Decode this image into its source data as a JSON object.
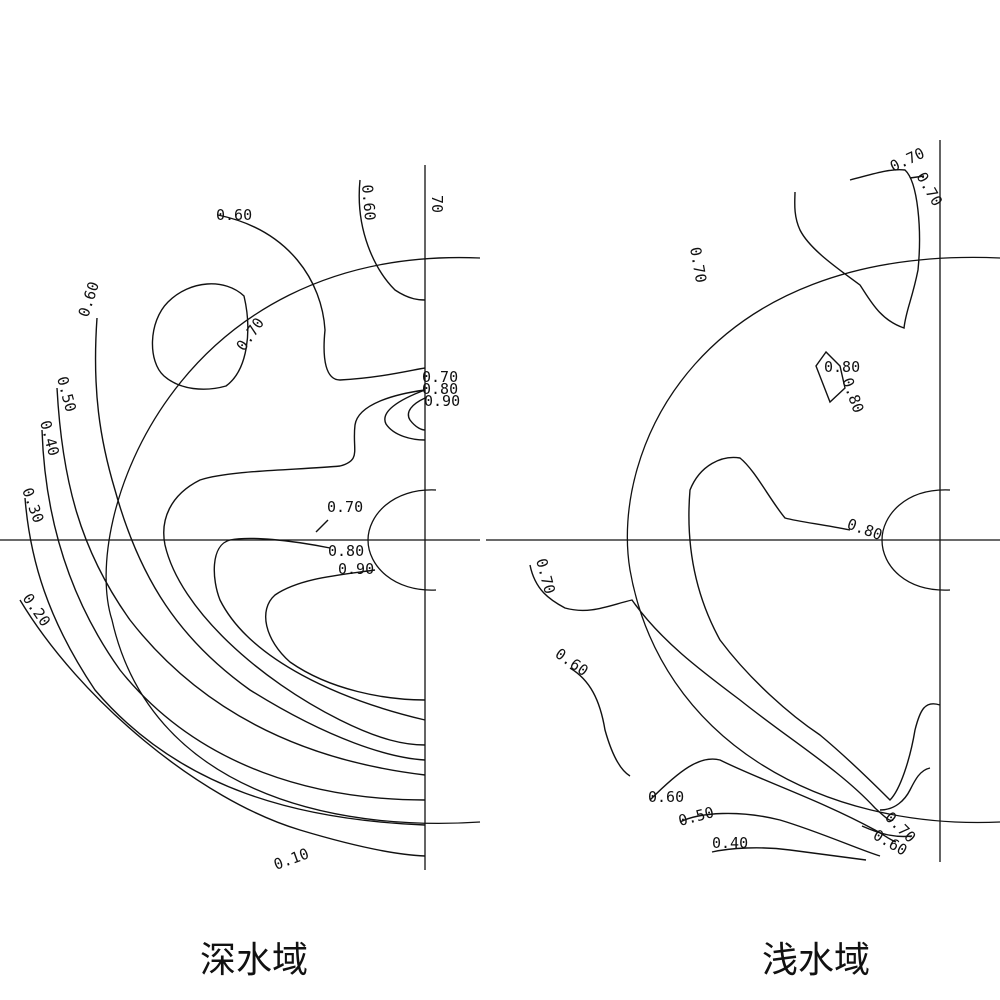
{
  "panels": {
    "deep": {
      "caption": "深水域",
      "labels": [
        "0.60",
        "0.60",
        "70",
        "0.60",
        "0.70",
        "0.50",
        "0.40",
        "0.30",
        "0.20",
        "0.70",
        "0.80",
        "0.90",
        "0.70",
        "0.80",
        "0.90",
        "0.10"
      ]
    },
    "shallow": {
      "caption": "浅水域",
      "labels": [
        "0.70",
        "0.70",
        "0.70",
        "0.80",
        "0.80",
        "0.80",
        "0.70",
        "0.60",
        "0.60",
        "0.50",
        "0.40",
        "0.70",
        "0.60"
      ]
    }
  }
}
